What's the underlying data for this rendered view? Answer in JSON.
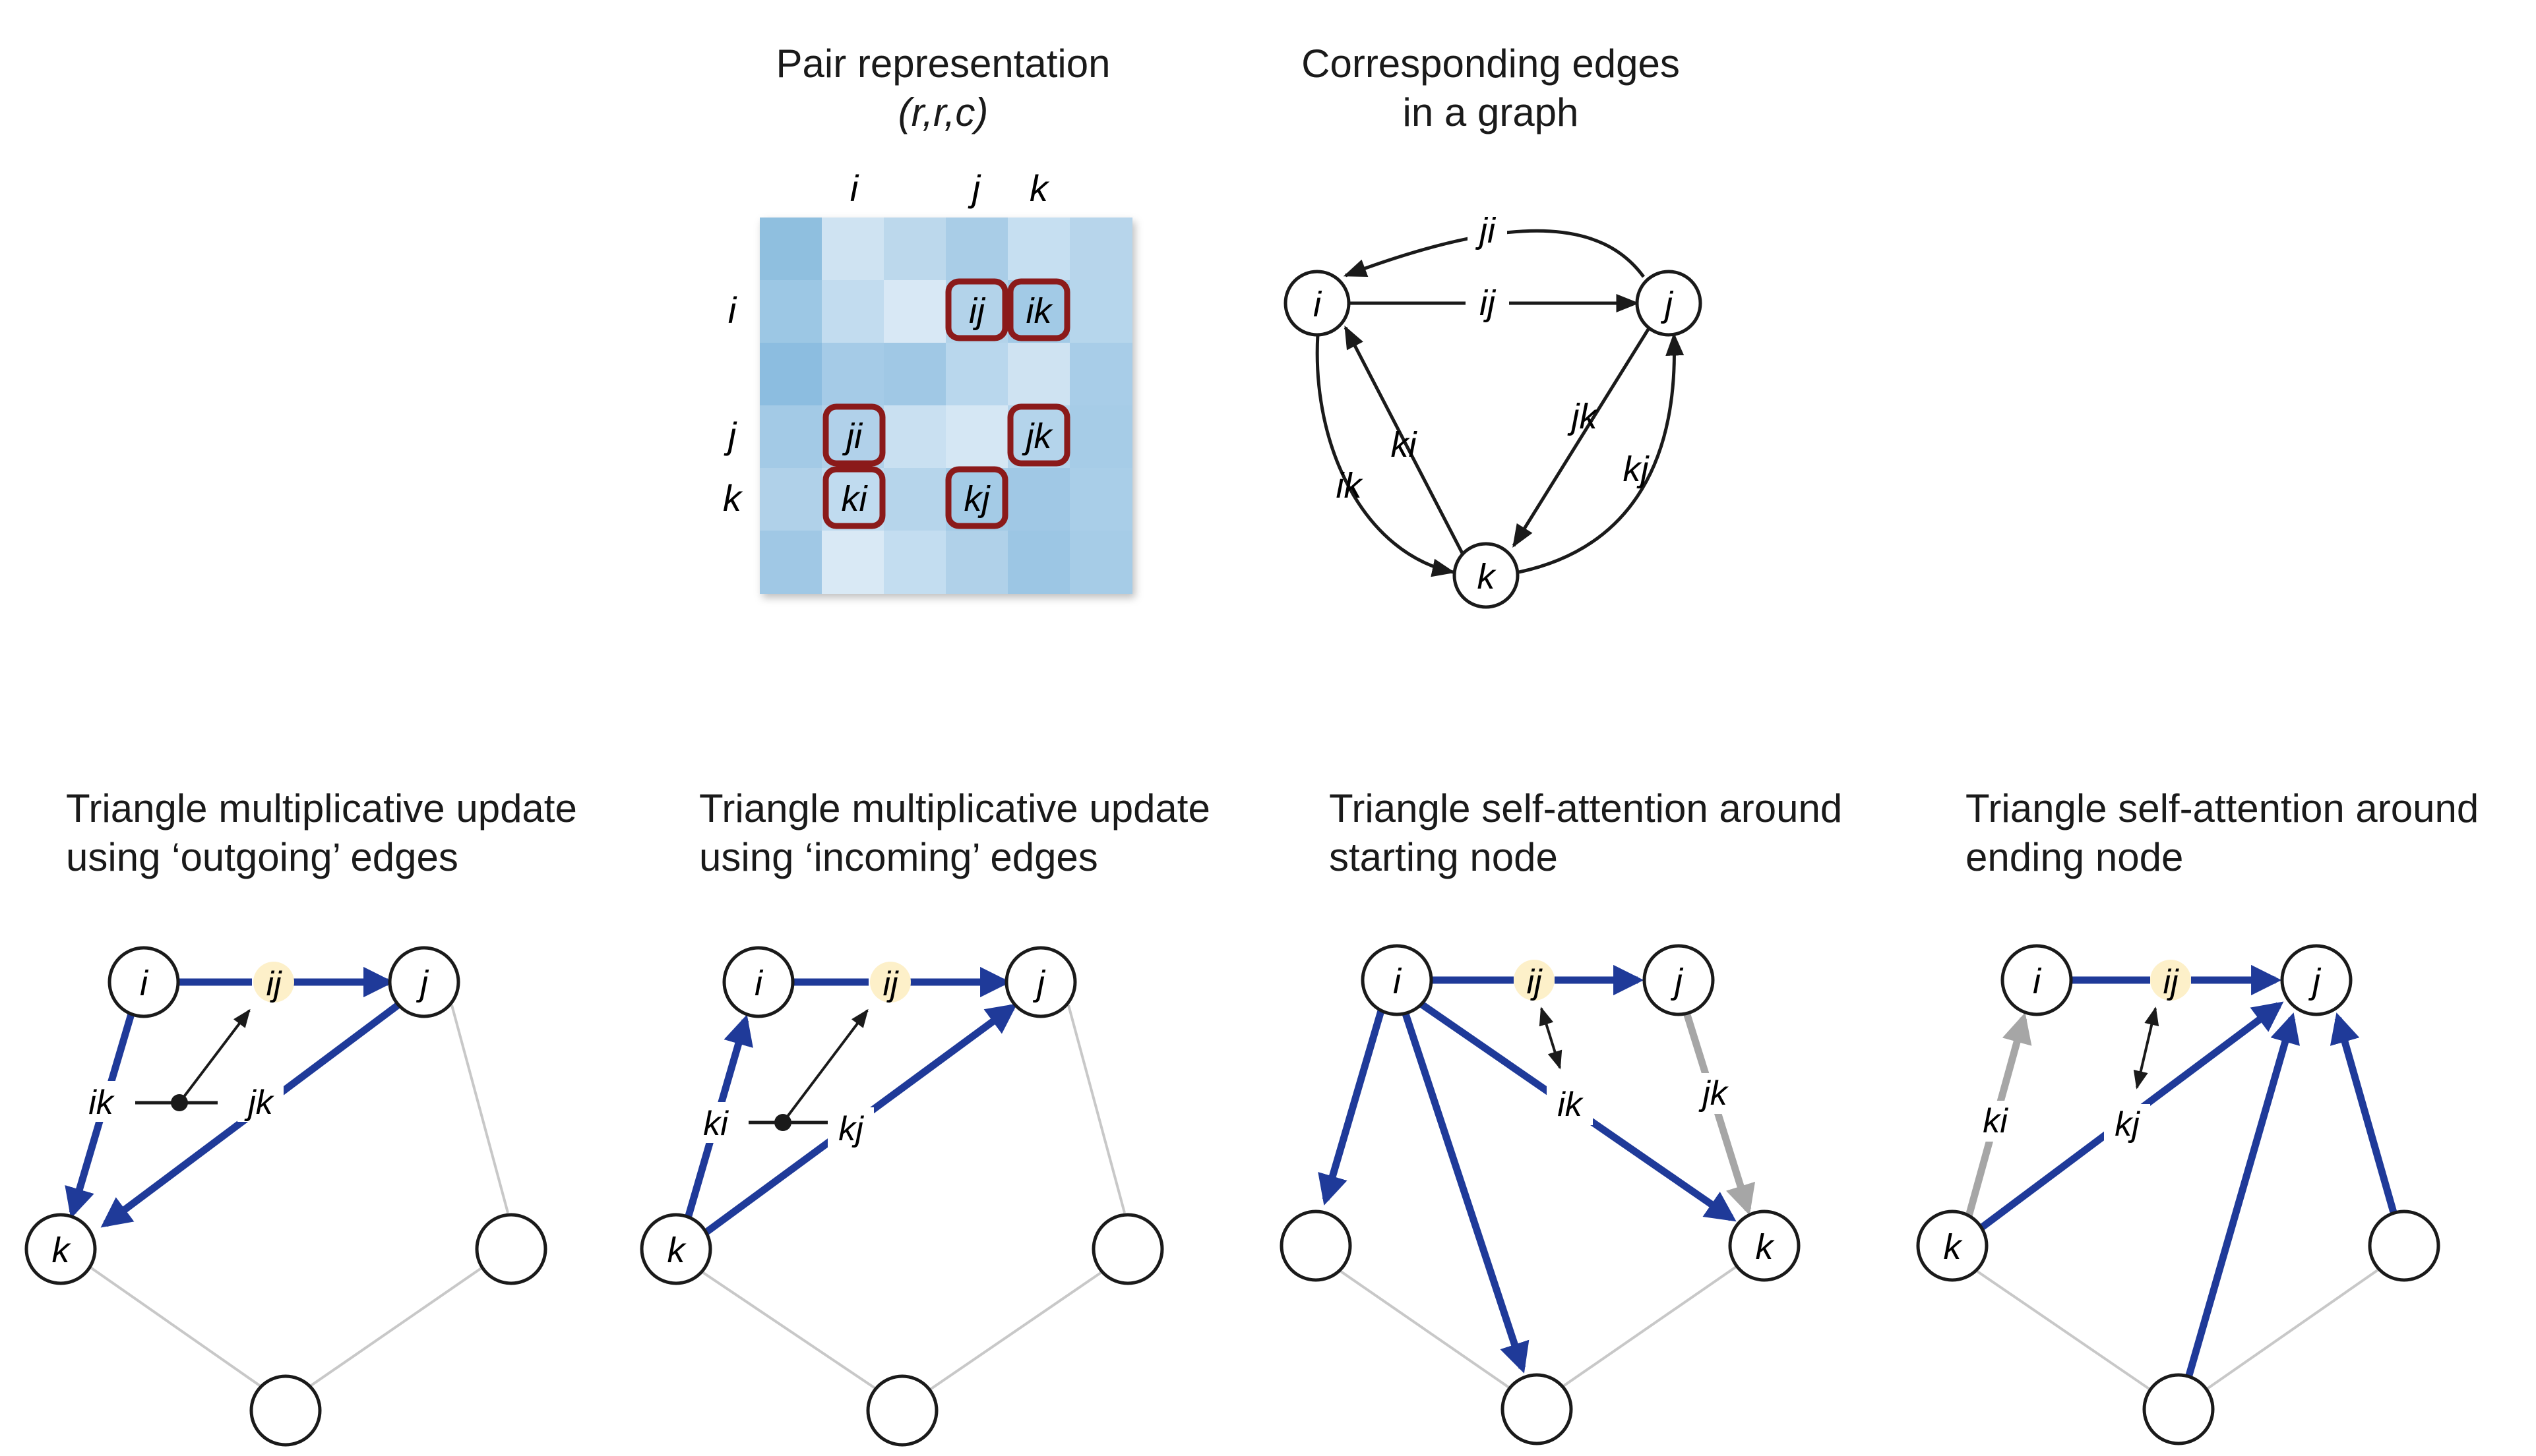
{
  "colors": {
    "blue": "#1f3a99",
    "gray_edge": "#a6a6a6",
    "light_edge": "#c8c8c8",
    "highlight": "#fdf0c9",
    "box": "#8b1a1a",
    "node_stroke": "#1a1a1a"
  },
  "top": {
    "pair": {
      "title_line1": "Pair representation",
      "title_line2": "(r,r,c)",
      "col_labels": [
        "i",
        "j",
        "k"
      ],
      "row_labels": [
        "i",
        "j",
        "k"
      ],
      "cells": [
        "ij",
        "ik",
        "ji",
        "jk",
        "ki",
        "kj"
      ]
    },
    "graph": {
      "title_line1": "Corresponding edges",
      "title_line2": "in a graph",
      "nodes": [
        "i",
        "j",
        "k"
      ],
      "edge_labels": [
        "ji",
        "ij",
        "ki",
        "jk",
        "ik",
        "kj"
      ]
    }
  },
  "panels": [
    {
      "title_line1": "Triangle multiplicative update",
      "title_line2": "using ‘outgoing’ edges",
      "nodes": {
        "i": "i",
        "j": "j",
        "k": "k"
      },
      "pair": "ij",
      "labels": [
        "ik",
        "jk"
      ]
    },
    {
      "title_line1": "Triangle multiplicative update",
      "title_line2": "using ‘incoming’ edges",
      "nodes": {
        "i": "i",
        "j": "j",
        "k": "k"
      },
      "pair": "ij",
      "labels": [
        "ki",
        "kj"
      ]
    },
    {
      "title_line1": "Triangle self-attention around",
      "title_line2": "starting node",
      "nodes": {
        "i": "i",
        "j": "j",
        "k": "k"
      },
      "pair": "ij",
      "labels": [
        "ik",
        "jk"
      ]
    },
    {
      "title_line1": "Triangle self-attention around",
      "title_line2": "ending node",
      "nodes": {
        "i": "i",
        "j": "j",
        "k": "k"
      },
      "pair": "ij",
      "labels": [
        "ki",
        "kj"
      ]
    }
  ]
}
